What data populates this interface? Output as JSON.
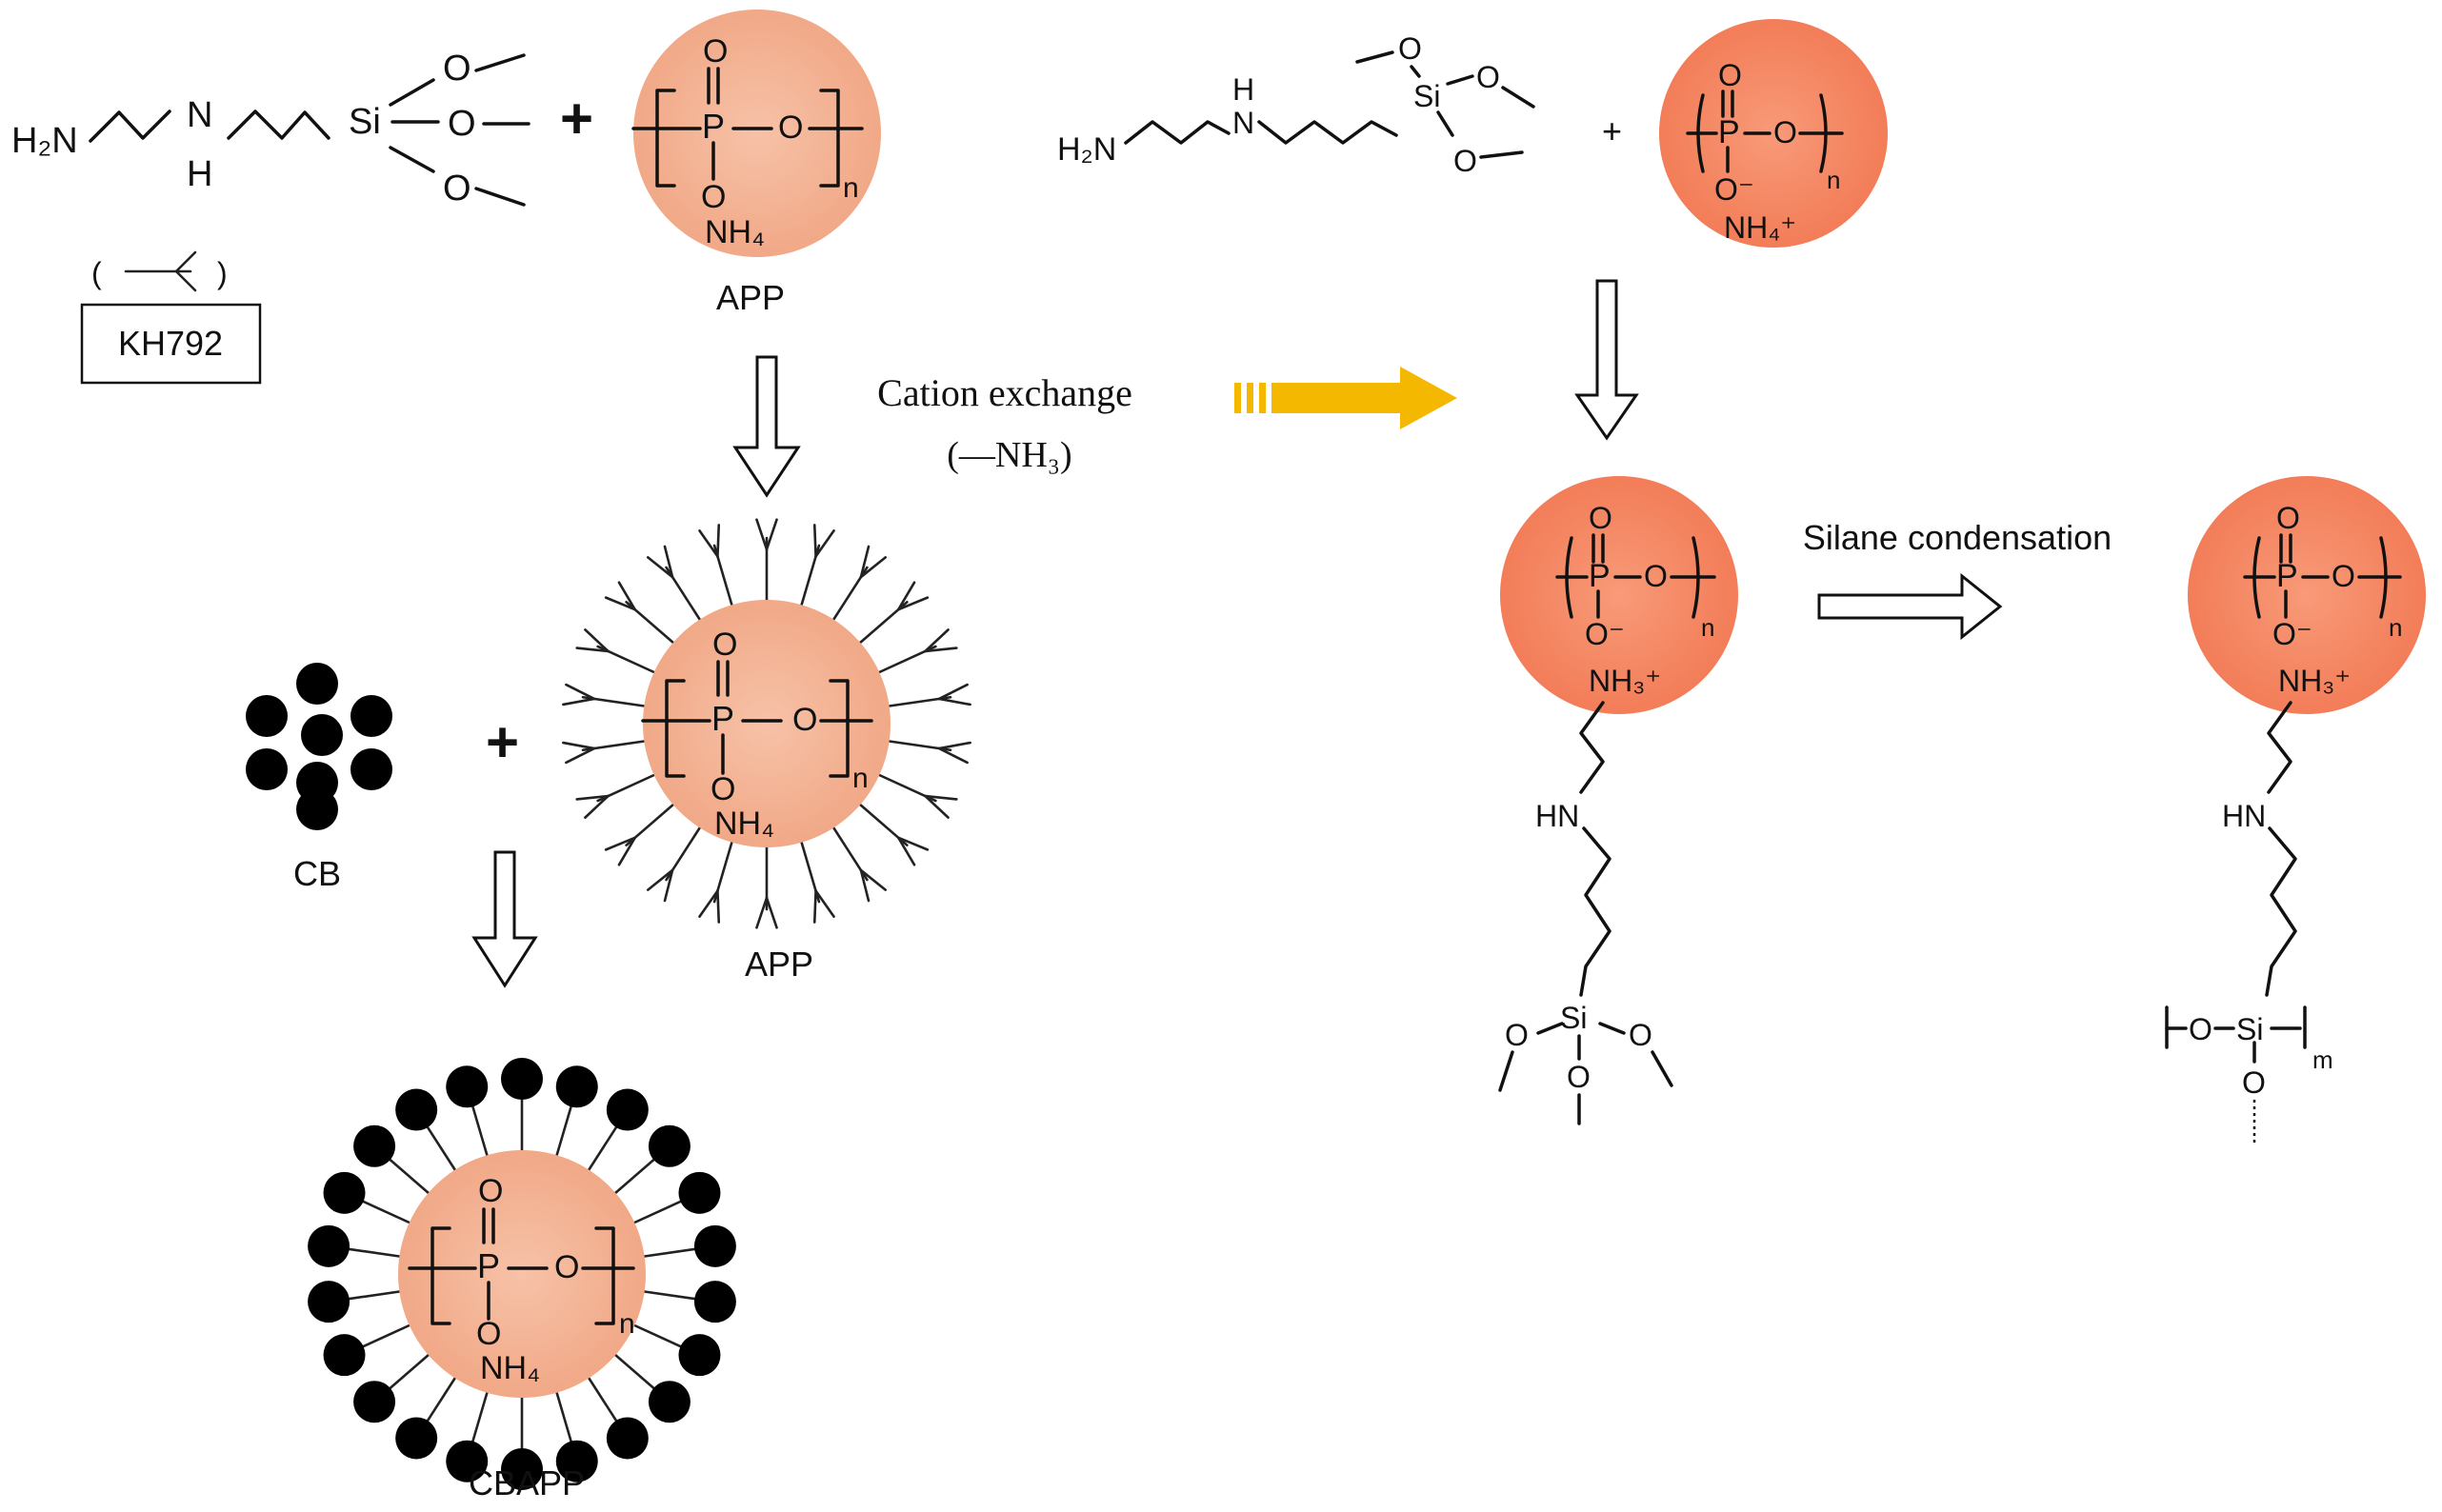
{
  "labels": {
    "kh792_box": "KH792",
    "app_top": "APP",
    "app_mid": "APP",
    "cb": "CB",
    "cbapp": "CBAPP",
    "cation_exchange": "Cation exchange",
    "nh3_removed": "(—NH₃)",
    "silane_condensation": "Silane condensation"
  },
  "atoms": {
    "h2n": "H₂N",
    "n": "N",
    "h": "H",
    "hn": "HN",
    "si": "Si",
    "o": "O",
    "o_minus": "O⁻",
    "p": "P",
    "nh4": "NH₄",
    "nh4_plus": "NH₄⁺",
    "nh3_plus": "NH₃⁺",
    "n_sub": "n",
    "m_sub": "m",
    "plus": "+",
    "kh792_symbol": "( —⩿ )"
  },
  "colors": {
    "particle_left": "#f4b294",
    "particle_right": "#f58a66",
    "arrow_yellow": "#f5b800",
    "carbon_black": "#000000"
  }
}
